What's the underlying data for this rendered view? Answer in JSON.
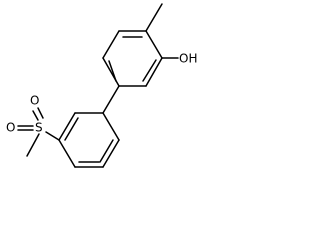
{
  "molecule": {
    "atom_labels": {
      "hydroxyl": "OH",
      "sulfur": "S",
      "sulfonyl_oxygen_top": "O",
      "sulfonyl_oxygen_bottom": "O"
    }
  }
}
